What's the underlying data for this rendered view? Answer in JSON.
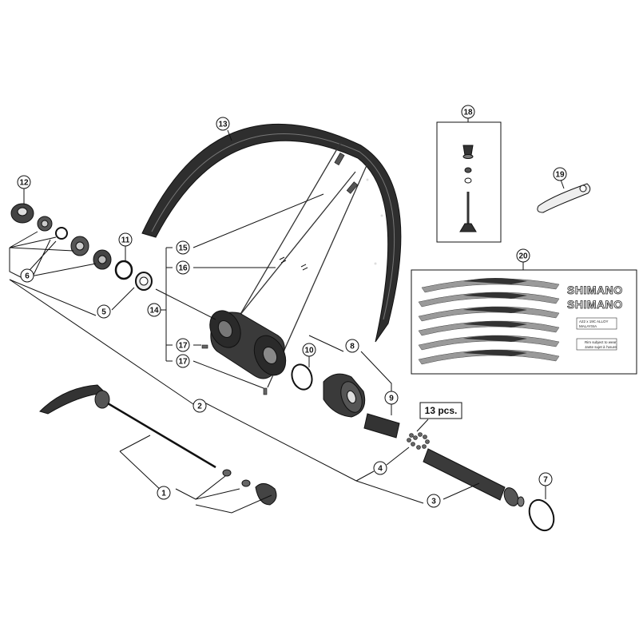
{
  "callouts": {
    "c1": "1",
    "c2": "2",
    "c3": "3",
    "c4": "4",
    "c5": "5",
    "c6": "6",
    "c7": "7",
    "c8": "8",
    "c9": "9",
    "c10": "10",
    "c11": "11",
    "c12": "12",
    "c13": "13",
    "c14": "14",
    "c15": "15",
    "c16": "16",
    "c17a": "17",
    "c17b": "17",
    "c18": "18",
    "c19": "19",
    "c20": "20"
  },
  "quantity_note": "13 pcs.",
  "decals": {
    "brand_1": "SHIMANO",
    "brand_2": "SHIMANO",
    "label_small_1": "A22 x 19C ALLOY",
    "label_small_2": "MALAYSIA",
    "label_small_3": "Rim subject to wear",
    "label_small_4": "Jante sujet à l'usure"
  },
  "colors": {
    "ink": "#111111",
    "rim": "#2e2e2e",
    "hub": "#3a3a3a",
    "decal_grey": "#9a9a9a"
  }
}
